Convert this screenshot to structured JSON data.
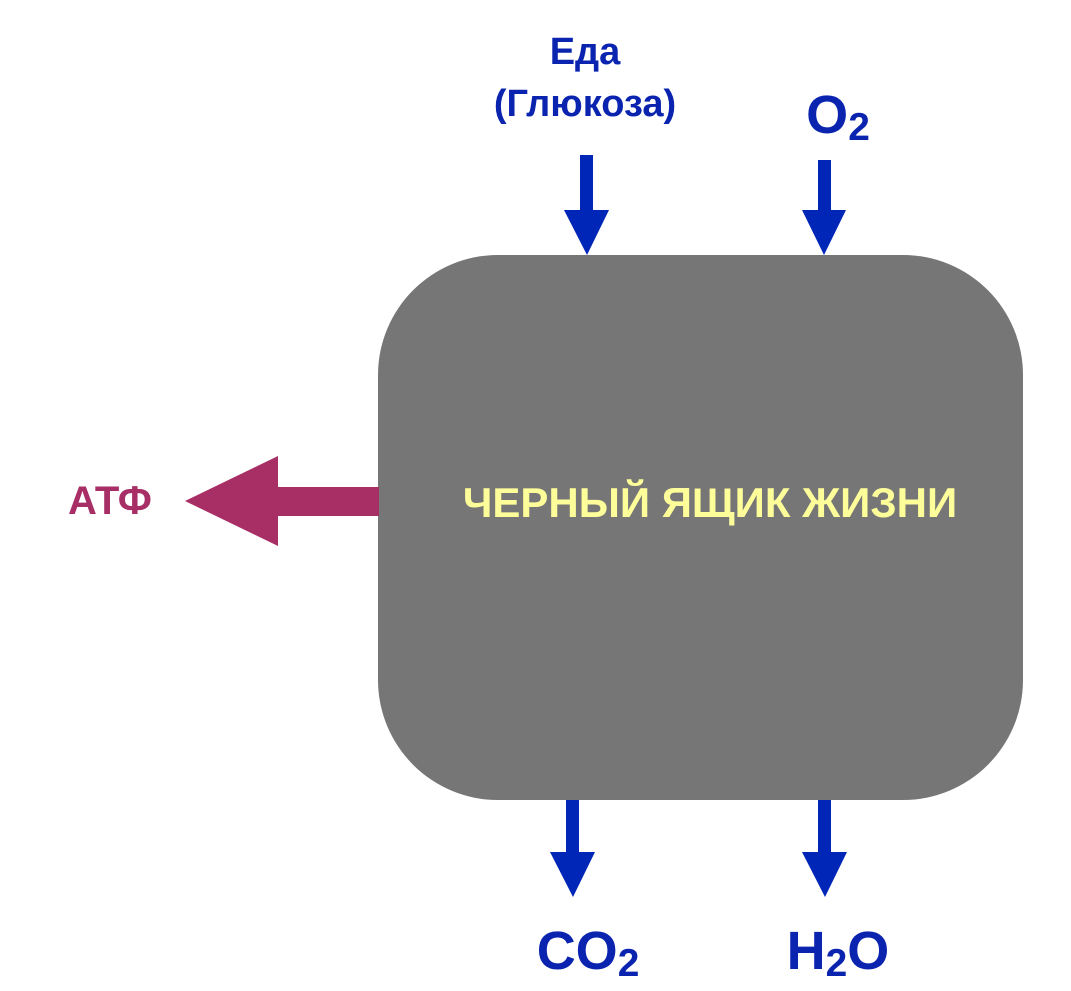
{
  "diagram": {
    "box_label": "ЧЕРНЫЙ ЯЩИК ЖИЗНИ",
    "inputs": {
      "food_line1": "Еда",
      "food_line2": "(Глюкоза)",
      "o2_main": "O",
      "o2_sub": "2"
    },
    "outputs": {
      "atf": "АТФ",
      "co2_main": "CO",
      "co2_sub": "2",
      "h2o_pre": "H",
      "h2o_sub": "2",
      "h2o_post": "O"
    }
  },
  "colors": {
    "box_fill": "#767676",
    "box_text": "#fdfd99",
    "io_arrow": "#0026b8",
    "io_text": "#0a24b0",
    "atf": "#a82e66",
    "background": "#ffffff"
  }
}
